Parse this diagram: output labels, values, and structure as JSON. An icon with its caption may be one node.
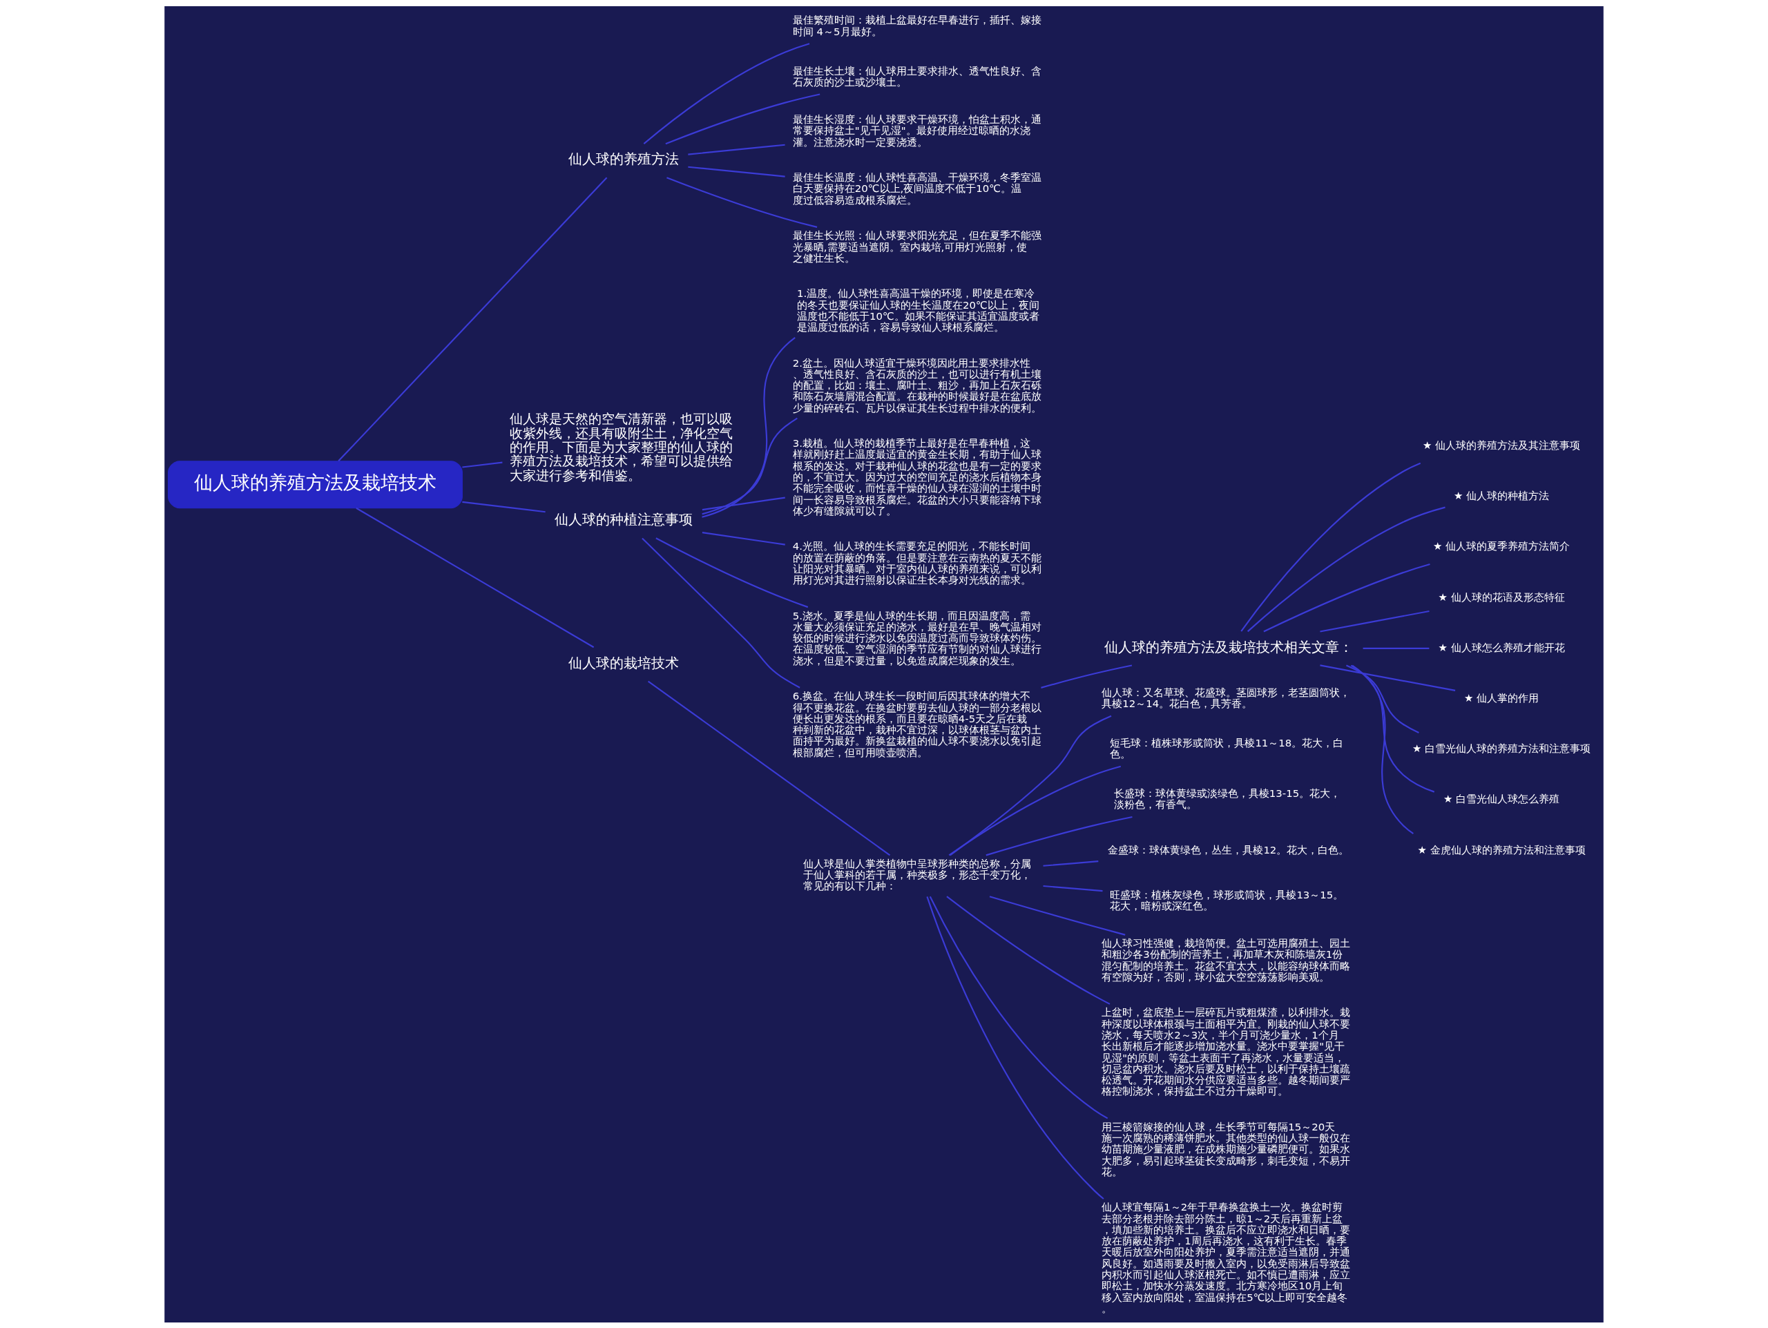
{
  "diagram": {
    "nodes": [
      {
        "text": [
          "仙人球的养殖方法及栽培技术"
        ]
      },
      {
        "text": [
          "仙人球的养殖方法"
        ]
      },
      {
        "text": [
          "最佳繁殖时间：栽植上盆最好在早春进行，插扦、嫁接时间 4～5月最好。"
        ]
      },
      {
        "text": [
          "最佳生长土壤：仙人球用土要求排水、透气性良好、含石灰质的沙土或沙壤土。"
        ]
      },
      {
        "text": [
          "最佳生长湿度：仙人球要求干燥环境，怕盆土积水，通常要保持盆土\"见干见湿\"。最好使用经过晾晒的水浇灌。注意浇水时一定要浇透。"
        ]
      },
      {
        "text": [
          "最佳生长温度：仙人球性喜高温、干燥环境，冬季室温白天要保持在20℃以上,夜间温度不低于10℃。温度过低容易造成根系腐烂。"
        ]
      },
      {
        "text": [
          "最佳生长光照：仙人球要求阳光充足，但在夏季不能强光暴晒,需要适当遮阴。室内栽培,可用灯光照射，使之健壮生长。"
        ]
      },
      {
        "text": [
          "仙人球是天然的空气清新器，也可以吸收紫外线，还具有吸附尘土，净化空气的作用。下面是为大家整理的仙人球的养殖方法及栽培技术，希望可以提供给大家进行参考和借鉴。"
        ]
      },
      {
        "text": [
          "仙人球的种植注意事项"
        ]
      },
      {
        "text": [
          "1.温度。仙人球性喜高温干燥的环境，即使是在寒冷的冬天也要保证仙人球的生长温度在20℃以上，夜间温度也不能低于10℃。如果不能保证其适宜温度或者是温度过低的话，容易导致仙人球根系腐烂。"
        ]
      },
      {
        "text": [
          "2.盆土。因仙人球适宜干燥环境因此用土要求排水性、透气性良好、含石灰质的沙土，也可以进行有机土壤的配置，比如：壤土、腐叶土、粗沙，再加上石灰石砾和陈石灰墙屑混合配置。在栽种的时候最好是在盆底放少量的碎砖石、瓦片以保证其生长过程中排水的便利。"
        ]
      },
      {
        "text": [
          "3.栽植。仙人球的栽植季节上最好是在早春种植，这样就刚好赶上温度最适宜的黄金生长期，有助于仙人球根系的发达。对于栽种仙人球的花盆也是有一定的要求的，不宜过大。因为过大的空间充足的浇水后植物本身不能完全吸收，而性喜干燥的仙人球在湿润的土壤中时间一长容易导致根系腐烂。花盆的大小只要能容纳下球体少有缝隙就可以了。"
        ]
      },
      {
        "text": [
          "4.光照。仙人球的生长需要充足的阳光，不能长时间的放置在荫蔽的角落。但是要注意在云南热的夏天不能让阳光对其暴晒。对于室内仙人球的养殖来说，可以利用灯光对其进行照射以保证生长本身对光线的需求。"
        ]
      },
      {
        "text": [
          "5.浇水。夏季是仙人球的生长期，而且因温度高，需水量大必须保证充足的浇水，最好是在早、晚气温相对较低的时候进行浇水以免因温度过高而导致球体灼伤。在温度较低、空气湿润的季节应有节制的对仙人球进行浇水，但是不要过量，以免造成腐烂现象的发生。"
        ]
      },
      {
        "text": [
          "6.换盆。在仙人球生长一段时间后因其球体的增大不得不更换花盆。在换盆时要剪去仙人球的一部分老根以便长出更发达的根系，而且要在晾晒4-5天之后在栽种到新的花盆中，栽种不宜过深，以球体根茎与盆内土面持平为最好。新换盆栽植的仙人球不要浇水以免引起根部腐烂，但可用喷壶喷洒。"
        ]
      },
      {
        "text": [
          "仙人球的养殖方法及栽培技术相关文章："
        ]
      },
      {
        "text": [
          "仙人球的栽培技术"
        ]
      },
      {
        "text": [
          "仙人球是仙人掌类植物中呈球形种类的总称，分属于仙人掌科的若干属，种类极多，形态千变万化，常见的有以下几种："
        ]
      },
      {
        "text": [
          "仙人球：又名草球、花盛球。茎圆球形，老茎圆筒状，具棱12～14。花白色，具芳香。"
        ]
      },
      {
        "text": [
          "短毛球：植株球形或筒状，具棱11～18。花大，白色。"
        ]
      },
      {
        "text": [
          "长盛球：球体黄绿或淡绿色，具棱13-15。花大，淡粉色，有香气。"
        ]
      },
      {
        "text": [
          "金盛球：球体黄绿色，丛生，具棱12。花大，白色。"
        ]
      },
      {
        "text": [
          "旺盛球：植株灰绿色，球形或筒状，具棱13～15。花大，暗粉或深红色。"
        ]
      },
      {
        "text": [
          "仙人球习性强健，栽培简便。盆土可选用腐殖土、园土和粗沙各3份配制的营养土，再加草木灰和陈墙灰1份混匀配制的培养土。花盆不宜太大，以能容纳球体而略有空隙为好，否则，球小盆大空空荡荡影响美观。"
        ]
      },
      {
        "text": [
          "上盆时，盆底垫上一层碎瓦片或粗煤渣，以利排水。栽种深度以球体根颈与土面相平为宜。刚栽的仙人球不要浇水，每天喷水2～3次，半个月可浇少量水，1个月长出新根后才能逐步增加浇水量。浇水中要掌握\"见干见湿\"的原则，等盆土表面干了再浇水，水量要适当，切忌盆内积水。浇水后要及时松土，以利于保持土壤疏松透气。开花期间水分供应要适当多些。越冬期间要严格控制浇水，保持盆土不过分干燥即可。"
        ]
      },
      {
        "text": [
          "用三棱箭嫁接的仙人球，生长季节可每隔15～20天施一次腐熟的稀薄饼肥水。其他类型的仙人球一般仅在幼苗期施少量液肥，在成株期施少量磷肥便可。如果水大肥多，易引起球茎徒长变成畸形，刺毛变短，不易开花。"
        ]
      },
      {
        "text": [
          "仙人球宜每隔1～2年于早春换盆换土一次。换盆时剪去部分老根并除去部分陈土，晾1～2天后再重新上盆，填加些新的培养土。换盆后不应立即浇水和日晒，要放在荫蔽处养护，1周后再浇水，这有利于生长。春季天暖后放室外向阳处养护，夏季需注意适当遮阴，并通风良好。如遇雨要及时搬入室内，以免受雨淋后导致盆内积水而引起仙人球沤根死亡。如不慎已遭雨淋，应立即松土，加快水分蒸发速度。北方寒冷地区10月上旬移入室内放向阳处，室温保持在5℃以上即可安全越冬。"
        ]
      },
      {
        "text": [
          "★ 仙人球的养殖方法及其注意事项"
        ]
      },
      {
        "text": [
          "★ 仙人球的种植方法"
        ]
      },
      {
        "text": [
          "★ 仙人球的夏季养殖方法简介"
        ]
      },
      {
        "text": [
          "★ 仙人球的花语及形态特征"
        ]
      },
      {
        "text": [
          "★ 仙人球怎么养殖才能开花"
        ]
      },
      {
        "text": [
          "★ 仙人掌的作用"
        ]
      },
      {
        "text": [
          "★ 白雪光仙人球的养殖方法和注意事项"
        ]
      },
      {
        "text": [
          "★ 白雪光仙人球怎么养殖"
        ]
      },
      {
        "text": [
          "★ 金虎仙人球的养殖方法和注意事项"
        ]
      }
    ],
    "edges": [
      {
        "from": 0,
        "to": 1,
        "arrow": "none"
      },
      {
        "from": 1,
        "to": 2,
        "arrow": "none"
      },
      {
        "from": 1,
        "to": 3,
        "arrow": "none"
      },
      {
        "from": 1,
        "to": 4,
        "arrow": "none"
      },
      {
        "from": 1,
        "to": 5,
        "arrow": "none"
      },
      {
        "from": 1,
        "to": 6,
        "arrow": "none"
      },
      {
        "from": 0,
        "to": 7,
        "arrow": "none"
      },
      {
        "from": 0,
        "to": 8,
        "arrow": "none"
      },
      {
        "from": 8,
        "to": 9,
        "arrow": "none"
      },
      {
        "from": 8,
        "to": 10,
        "arrow": "none"
      },
      {
        "from": 8,
        "to": 11,
        "arrow": "none"
      },
      {
        "from": 8,
        "to": 12,
        "arrow": "none"
      },
      {
        "from": 8,
        "to": 13,
        "arrow": "none"
      },
      {
        "from": 8,
        "to": 14,
        "arrow": "none"
      },
      {
        "from": 14,
        "to": 15,
        "arrow": "none"
      },
      {
        "from": 0,
        "to": 16,
        "arrow": "none"
      },
      {
        "from": 16,
        "to": 17,
        "arrow": "none"
      },
      {
        "from": 17,
        "to": 18,
        "arrow": "none"
      },
      {
        "from": 17,
        "to": 19,
        "arrow": "none"
      },
      {
        "from": 17,
        "to": 20,
        "arrow": "none"
      },
      {
        "from": 17,
        "to": 21,
        "arrow": "none"
      },
      {
        "from": 17,
        "to": 22,
        "arrow": "none"
      },
      {
        "from": 17,
        "to": 23,
        "arrow": "none"
      },
      {
        "from": 17,
        "to": 24,
        "arrow": "none"
      },
      {
        "from": 17,
        "to": 25,
        "arrow": "none"
      },
      {
        "from": 17,
        "to": 26,
        "arrow": "none"
      },
      {
        "from": 15,
        "to": 27,
        "arrow": "none"
      },
      {
        "from": 15,
        "to": 28,
        "arrow": "none"
      },
      {
        "from": 15,
        "to": 29,
        "arrow": "none"
      },
      {
        "from": 15,
        "to": 30,
        "arrow": "none"
      },
      {
        "from": 15,
        "to": 31,
        "arrow": "none"
      },
      {
        "from": 15,
        "to": 32,
        "arrow": "none"
      },
      {
        "from": 15,
        "to": 33,
        "arrow": "none"
      },
      {
        "from": 15,
        "to": 34,
        "arrow": "none"
      },
      {
        "from": 15,
        "to": 35,
        "arrow": "none"
      }
    ]
  }
}
